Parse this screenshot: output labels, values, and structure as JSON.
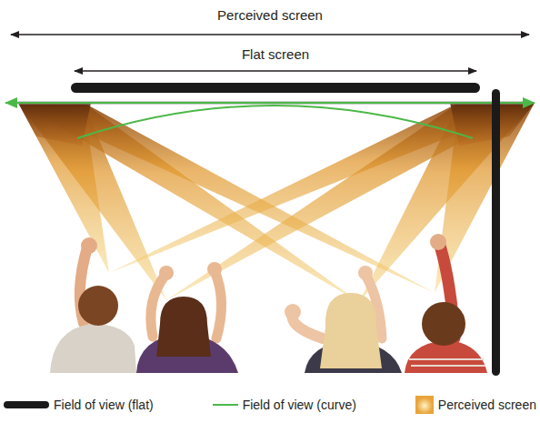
{
  "diagram": {
    "labels": [
      "Perceived screen",
      "Flat screen"
    ],
    "legend": [
      {
        "text": "Field of view (flat)"
      },
      {
        "text": "Field of view (curve)"
      },
      {
        "text": "Perceived screen",
        "color": "#e8a43a"
      }
    ]
  }
}
